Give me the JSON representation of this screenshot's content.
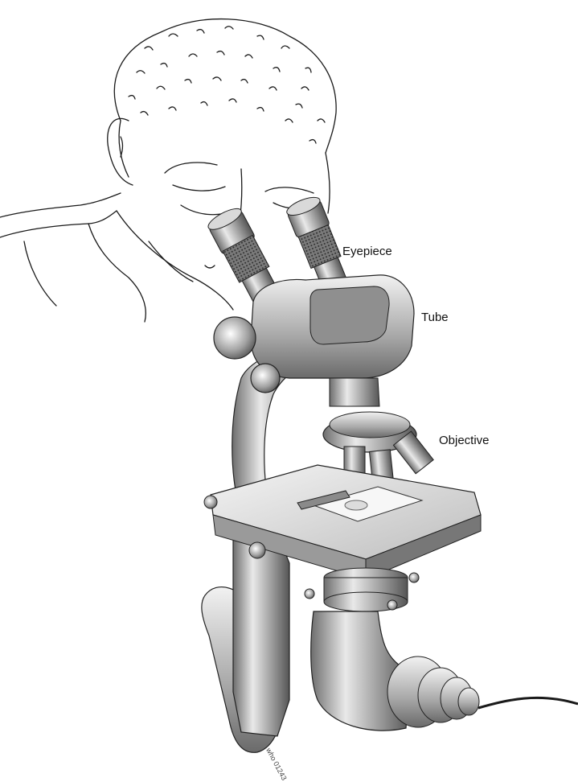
{
  "labels": {
    "eyepiece": "Eyepiece",
    "tube": "Tube",
    "objective": "Objective"
  },
  "figure_code": "who 01243",
  "colors": {
    "line": "#1a1a1a",
    "metal_light": "#e6e6e6",
    "metal_mid": "#a9a9a9",
    "metal_dark": "#555555"
  }
}
